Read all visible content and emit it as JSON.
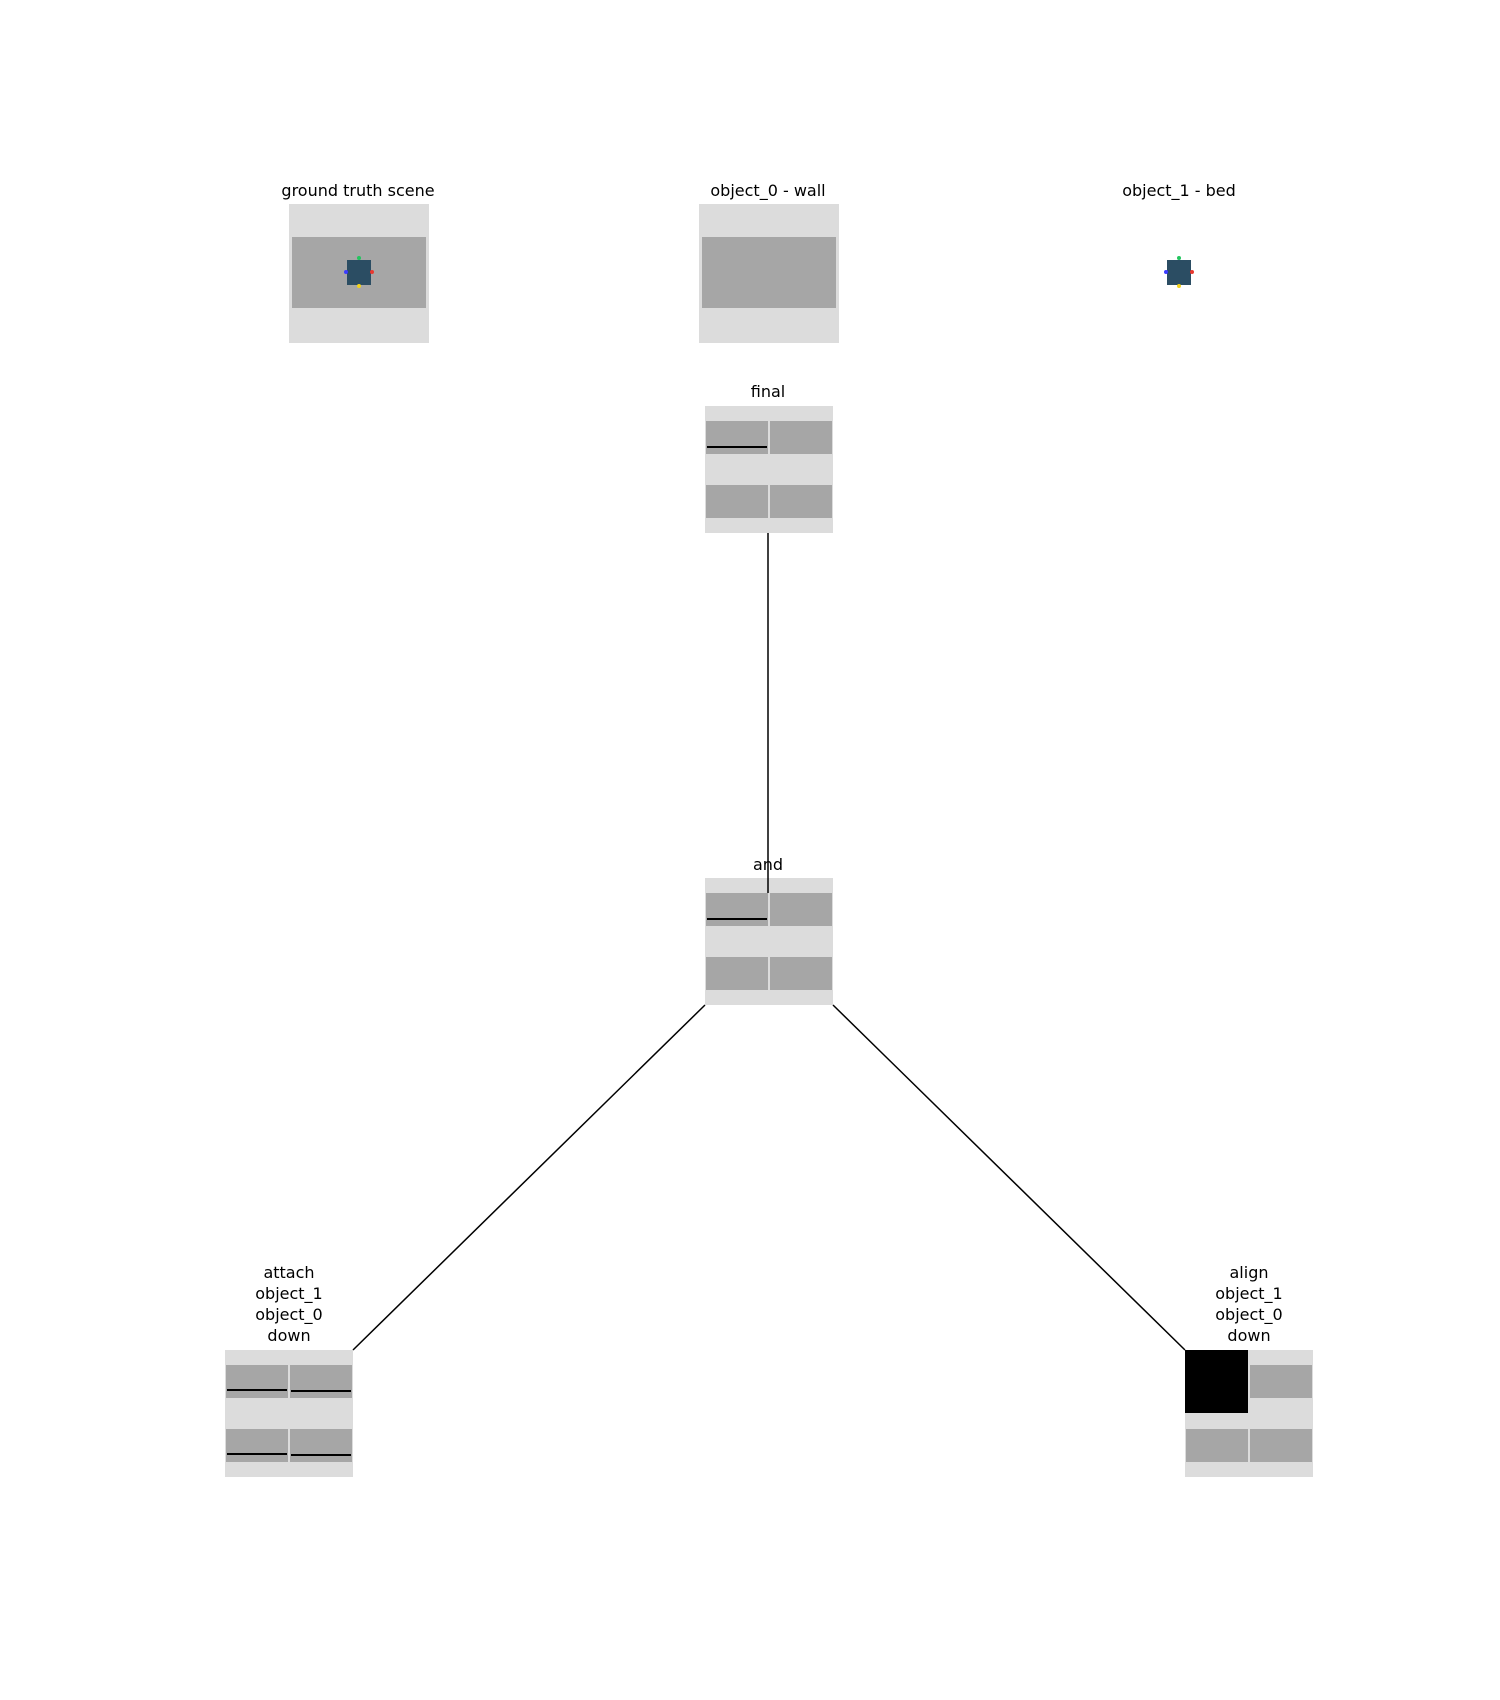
{
  "top_panels": [
    {
      "title": "ground truth scene"
    },
    {
      "title": "object_0 - wall"
    },
    {
      "title": "object_1 - bed"
    }
  ],
  "tree": {
    "final": {
      "label": "final"
    },
    "and": {
      "label": "and"
    },
    "attach": {
      "label_lines": [
        "attach",
        "object_1",
        "object_0",
        "down"
      ]
    },
    "align": {
      "label_lines": [
        "align",
        "object_1",
        "object_0",
        "down"
      ]
    }
  },
  "colors": {
    "background": "#ffffff",
    "frame_light_gray": "#dcdcdc",
    "wall_gray": "#a6a6a6",
    "bed_blue": "#2b4d63",
    "edge_line": "#000000",
    "marker_red": "#e8382f",
    "marker_green": "#22c55e",
    "marker_blue": "#3b3bff",
    "marker_yellow": "#f2d21b"
  }
}
